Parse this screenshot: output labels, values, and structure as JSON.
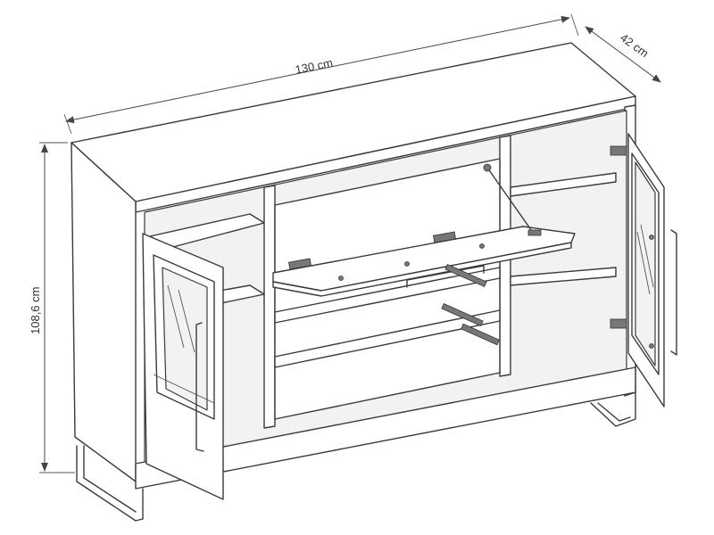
{
  "dimensions": {
    "width": "130 cm",
    "depth": "42 cm",
    "height": "108,6 cm"
  }
}
